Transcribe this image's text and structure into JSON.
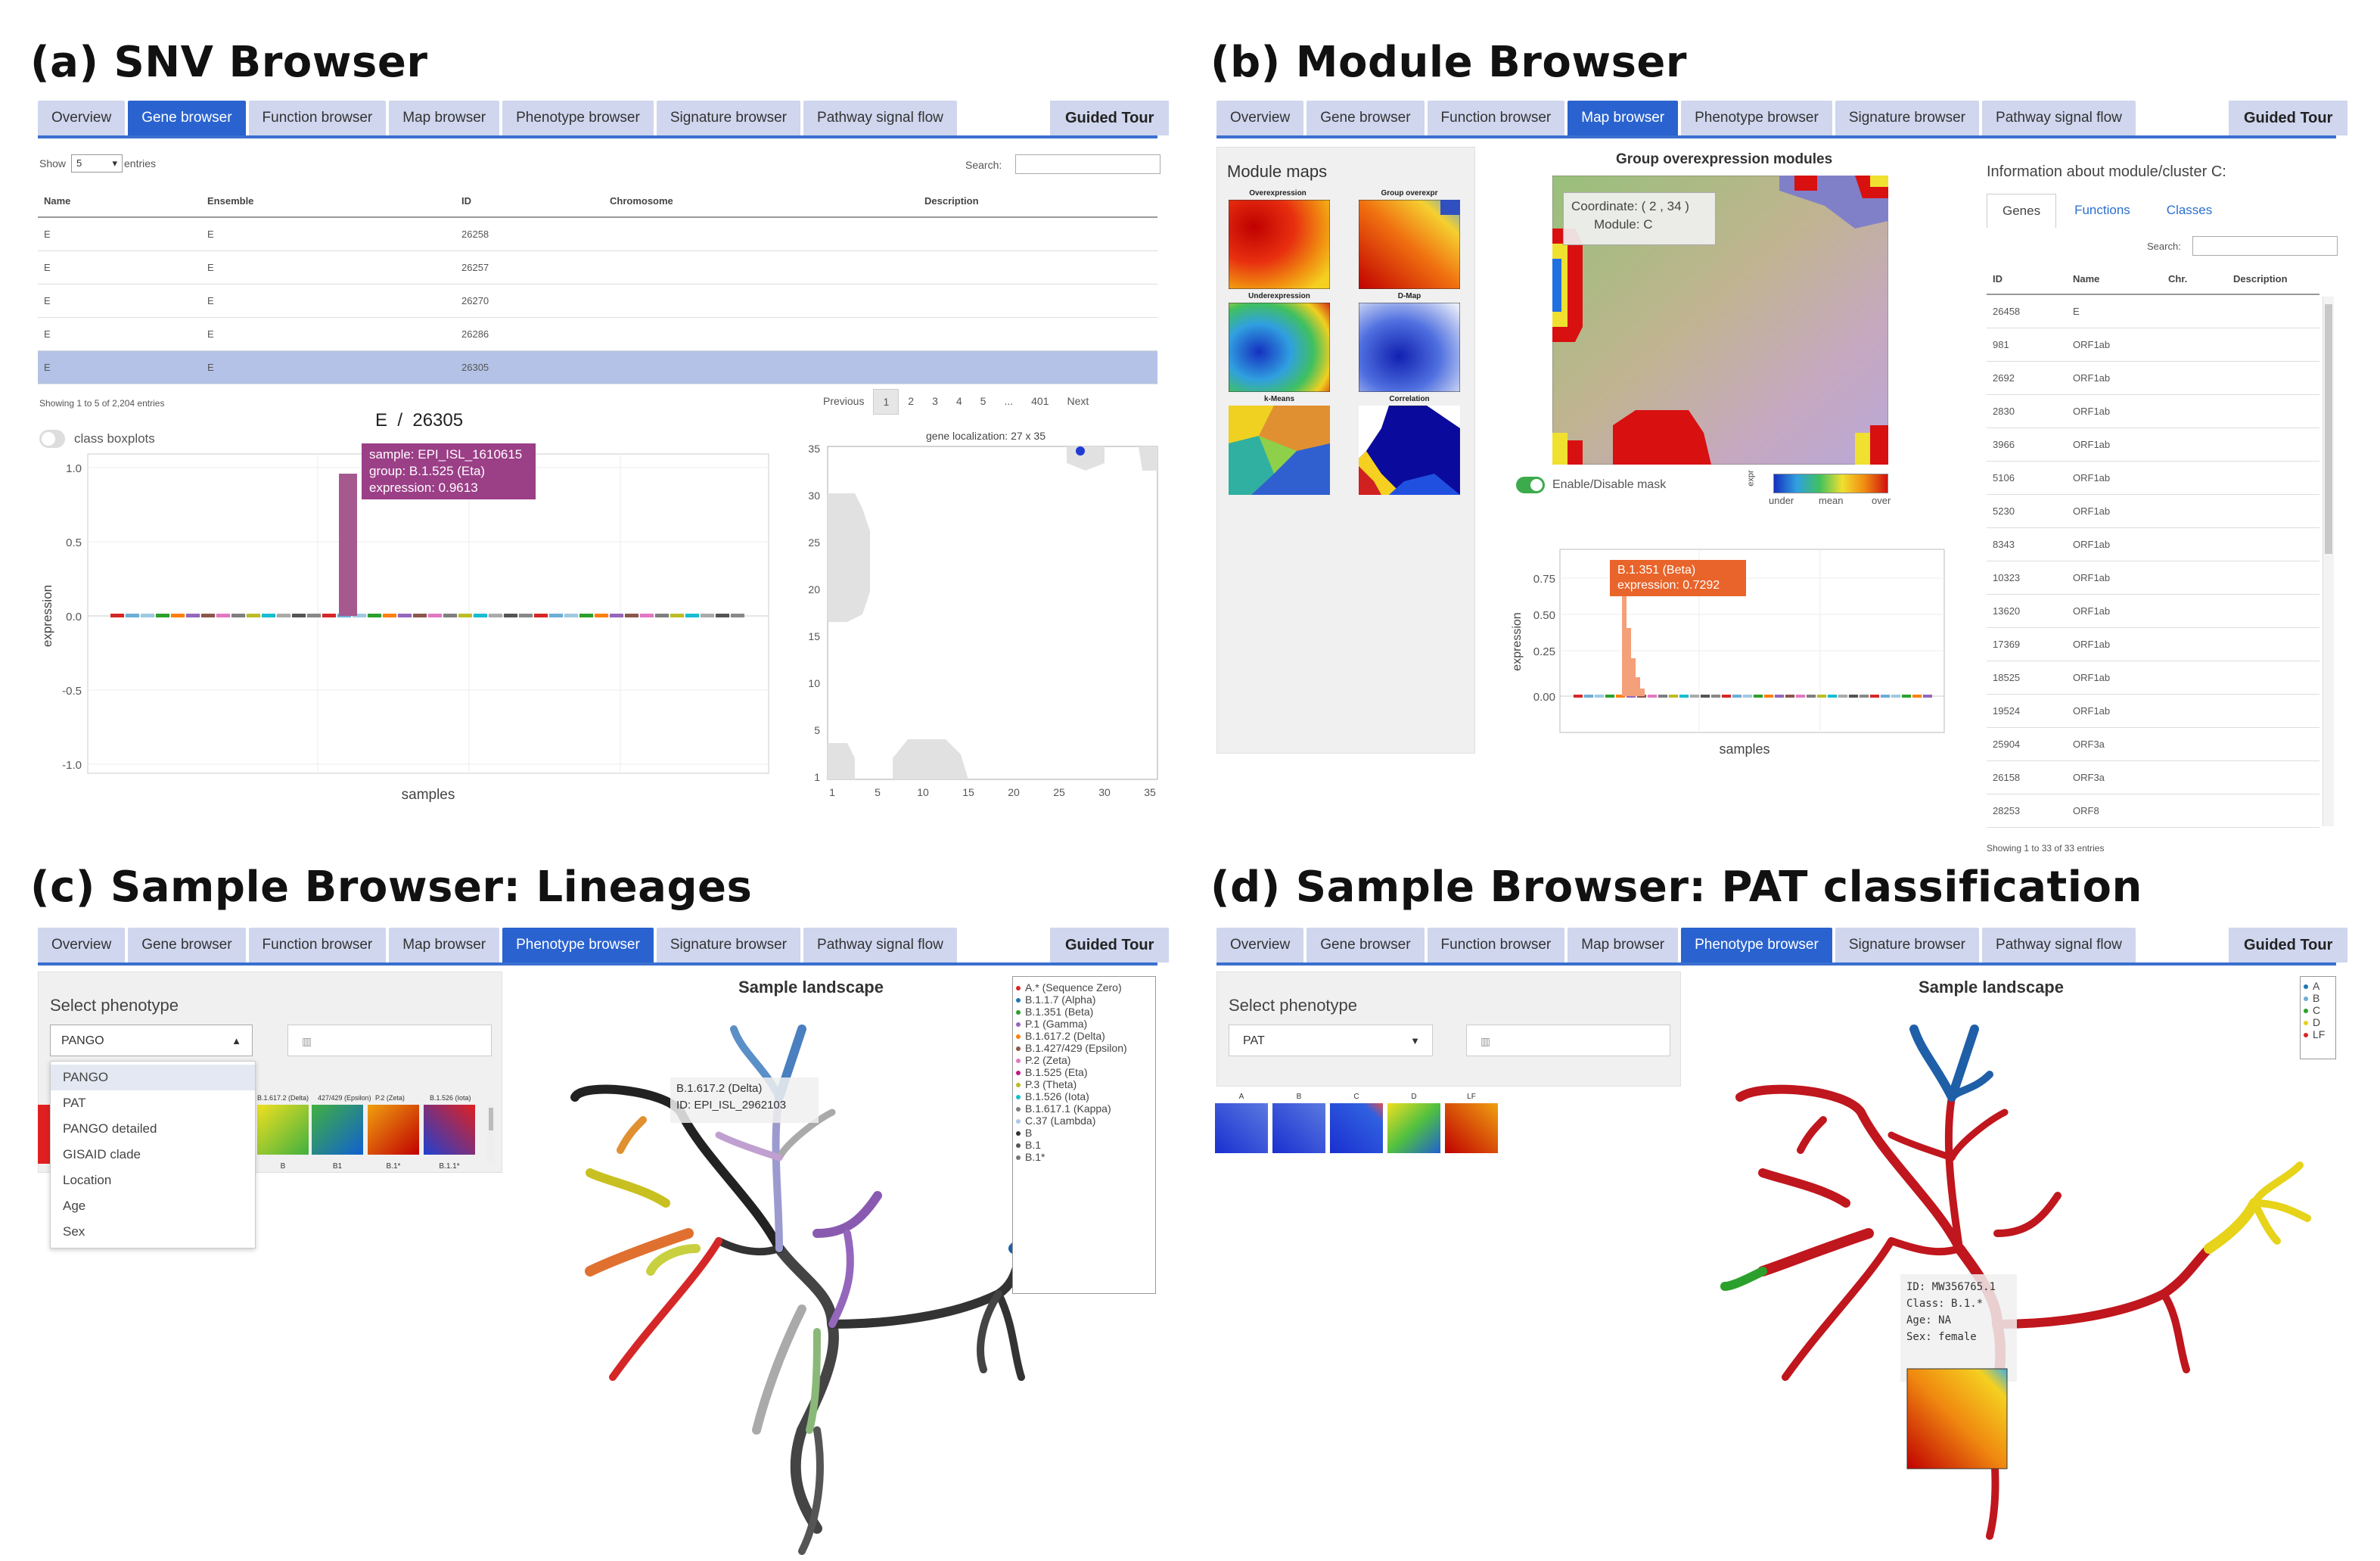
{
  "panels": {
    "a_title": "(a) SNV Browser",
    "b_title": "(b) Module Browser",
    "c_title": "(c) Sample Browser: Lineages",
    "d_title": "(d) Sample Browser: PAT classification"
  },
  "nav": {
    "tabs": [
      "Overview",
      "Gene browser",
      "Function browser",
      "Map browser",
      "Phenotype browser",
      "Signature browser",
      "Pathway signal flow"
    ],
    "guided_tour": "Guided Tour"
  },
  "snv": {
    "show_label": "Show",
    "show_value": "5",
    "entries_label": "entries",
    "search_label": "Search:",
    "columns": [
      "Name",
      "Ensemble",
      "ID",
      "Chromosome",
      "Description"
    ],
    "rows": [
      [
        "E",
        "E",
        "26258"
      ],
      [
        "E",
        "E",
        "26257"
      ],
      [
        "E",
        "E",
        "26270"
      ],
      [
        "E",
        "E",
        "26286"
      ],
      [
        "E",
        "E",
        "26305"
      ]
    ],
    "info": "Showing 1 to 5 of 2,204 entries",
    "pagination": [
      "Previous",
      "1",
      "2",
      "3",
      "4",
      "5",
      "...",
      "401",
      "Next"
    ],
    "gene_title": "E  /  26305",
    "toggle_label": "class boxplots",
    "tooltip": [
      "sample: EPI_ISL_1610615",
      "group: B.1.525 (Eta)",
      "expression: 0.9613"
    ],
    "xlabel": "samples",
    "ylabel": "expression",
    "y_ticks": [
      "1.0",
      "0.5",
      "0.0",
      "-0.5",
      "-1.0"
    ],
    "map_title": "gene localization: 27 x 35",
    "map_x_ticks": [
      "1",
      "5",
      "10",
      "15",
      "20",
      "25",
      "30",
      "35"
    ],
    "map_y_ticks": [
      "35",
      "30",
      "25",
      "20",
      "15",
      "10",
      "5",
      "1"
    ]
  },
  "module": {
    "maps_title": "Module maps",
    "maps": [
      "Overexpression",
      "Group overexpr",
      "Underexpression",
      "D-Map",
      "k-Means",
      "Correlation"
    ],
    "group_title": "Group overexpression modules",
    "coord_tooltip": [
      "Coordinate: ( 2 , 34 )",
      "Module: C"
    ],
    "mask_label": "Enable/Disable mask",
    "scale_labels": [
      "under",
      "mean",
      "over"
    ],
    "scale_title": "expr",
    "chart_tooltip": [
      "B.1.351 (Beta)",
      "expression: 0.7292"
    ],
    "xlabel": "samples",
    "ylabel": "expression",
    "y_ticks": [
      "0.75",
      "0.50",
      "0.25",
      "0.00"
    ],
    "info_title": "Information about module/cluster C:",
    "info_tabs": [
      "Genes",
      "Functions",
      "Classes"
    ],
    "search_label": "Search:",
    "columns": [
      "ID",
      "Name",
      "Chr.",
      "Description"
    ],
    "rows": [
      [
        "26458",
        "E"
      ],
      [
        "981",
        "ORF1ab"
      ],
      [
        "2692",
        "ORF1ab"
      ],
      [
        "2830",
        "ORF1ab"
      ],
      [
        "3966",
        "ORF1ab"
      ],
      [
        "5106",
        "ORF1ab"
      ],
      [
        "5230",
        "ORF1ab"
      ],
      [
        "8343",
        "ORF1ab"
      ],
      [
        "10323",
        "ORF1ab"
      ],
      [
        "13620",
        "ORF1ab"
      ],
      [
        "17369",
        "ORF1ab"
      ],
      [
        "18525",
        "ORF1ab"
      ],
      [
        "19524",
        "ORF1ab"
      ],
      [
        "25904",
        "ORF3a"
      ],
      [
        "26158",
        "ORF3a"
      ],
      [
        "28253",
        "ORF8"
      ]
    ],
    "info": "Showing 1 to 33 of 33 entries"
  },
  "lineages": {
    "select_label": "Select phenotype",
    "select_value": "PANGO",
    "dropdown": [
      "PANGO",
      "PAT",
      "PANGO detailed",
      "GISAID clade",
      "Location",
      "Age",
      "Sex"
    ],
    "landscape_title": "Sample landscape",
    "thumb_labels": [
      "B.1.617.2 (Delta)",
      "427/429 (Epsilon)",
      "P.2 (Zeta)",
      "B.1.526 (Iota)"
    ],
    "thumb_sub": [
      "B",
      "B1",
      "B.1*",
      "B.1.1*"
    ],
    "tooltip": [
      "B.1.617.2 (Delta)",
      "ID: EPI_ISL_2962103"
    ],
    "legend": [
      {
        "label": "A.* (Sequence Zero)",
        "color": "#d62728"
      },
      {
        "label": "B.1.1.7 (Alpha)",
        "color": "#1f77b4"
      },
      {
        "label": "B.1.351 (Beta)",
        "color": "#2ca02c"
      },
      {
        "label": "P.1 (Gamma)",
        "color": "#9467bd"
      },
      {
        "label": "B.1.617.2 (Delta)",
        "color": "#ff7f0e"
      },
      {
        "label": "B.1.427/429 (Epsilon)",
        "color": "#8c564b"
      },
      {
        "label": "P.2 (Zeta)",
        "color": "#e377c2"
      },
      {
        "label": "B.1.525 (Eta)",
        "color": "#c71585"
      },
      {
        "label": "P.3 (Theta)",
        "color": "#bcbd22"
      },
      {
        "label": "B.1.526 (Iota)",
        "color": "#17becf"
      },
      {
        "label": "B.1.617.1 (Kappa)",
        "color": "#7f7f7f"
      },
      {
        "label": "C.37 (Lambda)",
        "color": "#aec7e8"
      },
      {
        "label": "B",
        "color": "#333333"
      },
      {
        "label": "B.1",
        "color": "#555555"
      },
      {
        "label": "B.1*",
        "color": "#777777"
      }
    ]
  },
  "pat": {
    "select_label": "Select phenotype",
    "select_value": "PAT",
    "landscape_title": "Sample landscape",
    "thumb_labels": [
      "A",
      "B",
      "C",
      "D",
      "LF"
    ],
    "tooltip": [
      "ID: MW356765.1",
      "Class: B.1.*",
      "Age: NA",
      "Sex: female"
    ],
    "legend": [
      {
        "label": "A",
        "color": "#1f77b4"
      },
      {
        "label": "B",
        "color": "#6baed6"
      },
      {
        "label": "C",
        "color": "#2ca02c"
      },
      {
        "label": "D",
        "color": "#e6d31a"
      },
      {
        "label": "LF",
        "color": "#d62728"
      }
    ]
  }
}
